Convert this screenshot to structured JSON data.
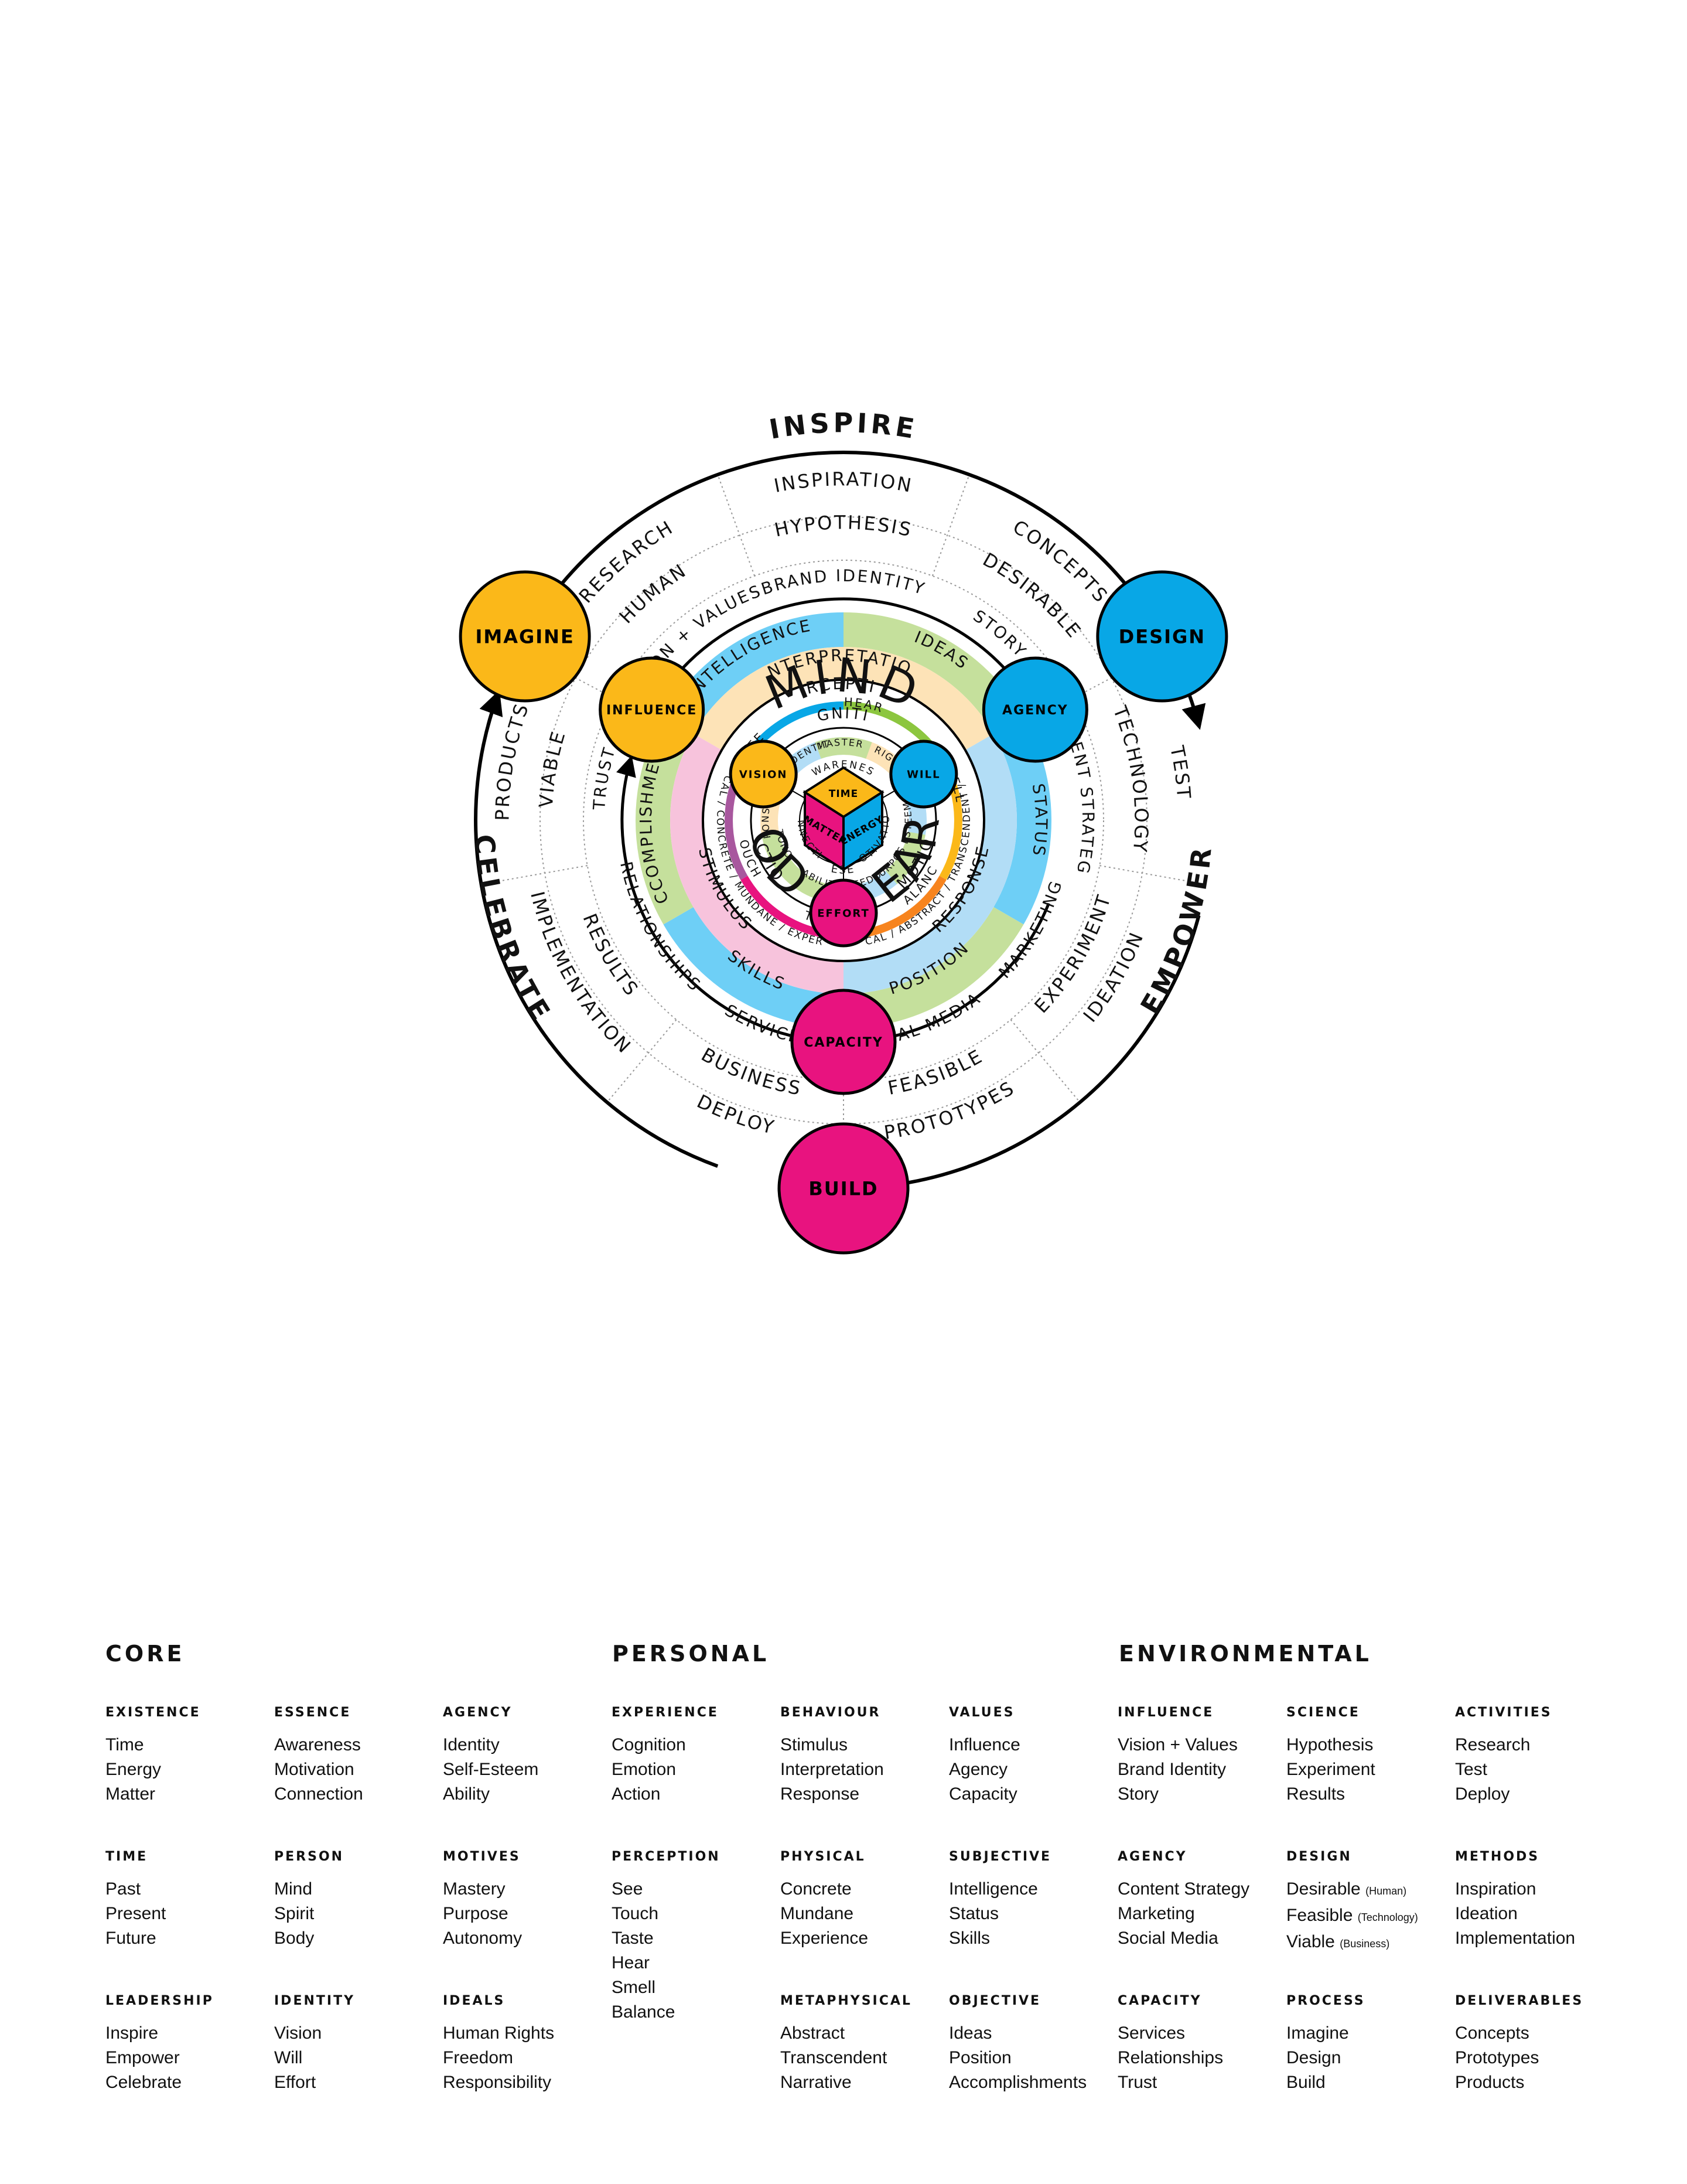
{
  "center": {
    "title_mind": "MIND",
    "title_heart": "HEART",
    "title_body": "BODY",
    "cube": {
      "top": "TIME",
      "left": "MATTER",
      "right": "ENERGY"
    }
  },
  "colors": {
    "yellow": "#FBB819",
    "blue": "#08A7E6",
    "magenta": "#E8137F",
    "green": "#C5E09C",
    "lightblue": "#B2DDF6",
    "pink": "#F7C3DC",
    "peach": "#FDE3B7",
    "cyan": "#6ECFF6"
  },
  "outer": {
    "top": "INSPIRE",
    "right": "EMPOWER",
    "left": "CELEBRATE",
    "nodes": [
      {
        "label": "IMAGINE",
        "color": "yellow"
      },
      {
        "label": "DESIGN",
        "color": "blue"
      },
      {
        "label": "BUILD",
        "color": "magenta"
      }
    ],
    "ring1_labels": [
      "INSPIRATION",
      "CONCEPTS",
      "TEST",
      "IDEATION",
      "PROTOTYPES",
      "DEPLOY",
      "IMPLEMENTATION",
      "PRODUCTS",
      "RESEARCH"
    ],
    "ring2_labels": [
      "HYPOTHESIS",
      "DESIRABLE",
      "TECHNOLOGY",
      "EXPERIMENT",
      "FEASIBLE",
      "BUSINESS",
      "RESULTS",
      "VIABLE",
      "HUMAN"
    ],
    "ring3_labels": [
      "BRAND IDENTITY",
      "STORY",
      "CONTENT STRATEGY",
      "MARKETING",
      "SOCIAL MEDIA",
      "SERVICES",
      "RELATIONSHIPS",
      "TRUST",
      "VISION + VALUES"
    ]
  },
  "mid": {
    "nodes": [
      {
        "label": "INFLUENCE",
        "color": "yellow"
      },
      {
        "label": "AGENCY",
        "color": "blue"
      },
      {
        "label": "CAPACITY",
        "color": "magenta"
      }
    ],
    "band_outer": [
      "INTELLIGENCE",
      "IDEAS",
      "STATUS",
      "POSITION",
      "SKILLS",
      "ACCOMPLISHMENTS"
    ],
    "band_inner": [
      "INTERPRETATION",
      "RESPONSE",
      "STIMULUS"
    ],
    "perception": "PERCEPTION",
    "sense_labels": [
      "HEAR",
      "SMELL",
      "BALANCE",
      "TASTE",
      "TOUCH",
      "SEE"
    ],
    "scale_right": "METAPHYSICAL / ABSTRACT / TRANSCENDENT / NARRATIVE",
    "scale_left": "PHYSICAL / CONCRETE / MUNDANE / EXPERIENCE",
    "cognition": "COGNITION",
    "emotion": "EMOTION",
    "action": "ACTION"
  },
  "inner": {
    "nodes": [
      {
        "label": "VISION",
        "color": "yellow"
      },
      {
        "label": "WILL",
        "color": "blue"
      },
      {
        "label": "EFFORT",
        "color": "magenta"
      }
    ],
    "ring_labels": [
      "MASTERY",
      "RIGHTS",
      "ESTEEM",
      "PURPOSE",
      "FREEDOM",
      "ABILITY",
      "AUTONOMY",
      "RESPONSIBILITY",
      "IDENTITY"
    ],
    "spokes": [
      "PAST",
      "FUTURE",
      "PRESENT"
    ],
    "core_words": [
      "AWARENESS",
      "MOTIVATION",
      "CONNECTION"
    ]
  },
  "legend": {
    "groups": [
      "CORE",
      "PERSONAL",
      "ENVIRONMENTAL"
    ],
    "columns": [
      [
        {
          "h": "EXISTENCE",
          "items": [
            "Time",
            "Energy",
            "Matter"
          ]
        },
        {
          "h": "TIME",
          "items": [
            "Past",
            "Present",
            "Future"
          ]
        },
        {
          "h": "LEADERSHIP",
          "items": [
            "Inspire",
            "Empower",
            "Celebrate"
          ]
        }
      ],
      [
        {
          "h": "ESSENCE",
          "items": [
            "Awareness",
            "Motivation",
            "Connection"
          ]
        },
        {
          "h": "PERSON",
          "items": [
            "Mind",
            "Spirit",
            "Body"
          ]
        },
        {
          "h": "IDENTITY",
          "items": [
            "Vision",
            "Will",
            "Effort"
          ]
        }
      ],
      [
        {
          "h": "AGENCY",
          "items": [
            "Identity",
            "Self-Esteem",
            "Ability"
          ]
        },
        {
          "h": "MOTIVES",
          "items": [
            "Mastery",
            "Purpose",
            "Autonomy"
          ]
        },
        {
          "h": "IDEALS",
          "items": [
            "Human Rights",
            "Freedom",
            "Responsibility"
          ]
        }
      ],
      [
        {
          "h": "EXPERIENCE",
          "items": [
            "Cognition",
            "Emotion",
            "Action"
          ]
        },
        {
          "h": "PERCEPTION",
          "items": [
            "See",
            "Touch",
            "Taste",
            "Hear",
            "Smell",
            "Balance"
          ]
        }
      ],
      [
        {
          "h": "BEHAVIOUR",
          "items": [
            "Stimulus",
            "Interpretation",
            "Response"
          ]
        },
        {
          "h": "PHYSICAL",
          "items": [
            "Concrete",
            "Mundane",
            "Experience"
          ]
        },
        {
          "h": "METAPHYSICAL",
          "items": [
            "Abstract",
            "Transcendent",
            "Narrative"
          ]
        }
      ],
      [
        {
          "h": "VALUES",
          "items": [
            "Influence",
            "Agency",
            "Capacity"
          ]
        },
        {
          "h": "SUBJECTIVE",
          "items": [
            "Intelligence",
            "Status",
            "Skills"
          ]
        },
        {
          "h": "OBJECTIVE",
          "items": [
            "Ideas",
            "Position",
            "Accomplishments"
          ]
        }
      ],
      [
        {
          "h": "INFLUENCE",
          "items": [
            "Vision + Values",
            "Brand Identity",
            "Story"
          ]
        },
        {
          "h": "AGENCY",
          "items": [
            "Content Strategy",
            "Marketing",
            "Social Media"
          ]
        },
        {
          "h": "CAPACITY",
          "items": [
            "Services",
            "Relationships",
            "Trust"
          ]
        }
      ],
      [
        {
          "h": "SCIENCE",
          "items": [
            "Hypothesis",
            "Experiment",
            "Results"
          ]
        },
        {
          "h": "DESIGN",
          "items": [
            "Desirable",
            "Feasible",
            "Viable"
          ],
          "notes": [
            "(Human)",
            "(Technology)",
            "(Business)"
          ]
        },
        {
          "h": "PROCESS",
          "items": [
            "Imagine",
            "Design",
            "Build"
          ]
        }
      ],
      [
        {
          "h": "ACTIVITIES",
          "items": [
            "Research",
            "Test",
            "Deploy"
          ]
        },
        {
          "h": "METHODS",
          "items": [
            "Inspiration",
            "Ideation",
            "Implementation"
          ]
        },
        {
          "h": "DELIVERABLES",
          "items": [
            "Concepts",
            "Prototypes",
            "Products"
          ]
        }
      ]
    ]
  }
}
